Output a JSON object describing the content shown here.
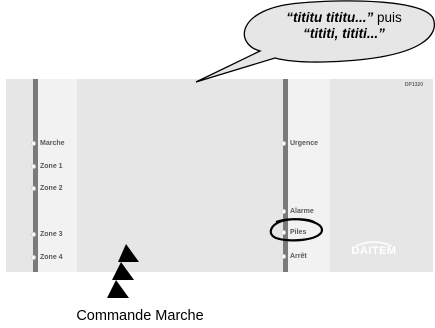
{
  "panel": {
    "reference": "DP1320",
    "left_indicators": [
      "Marche",
      "Zone 1",
      "Zone 2",
      "Zone 3",
      "Zone 4"
    ],
    "right_indicators": [
      "Urgence",
      "Alarme",
      "Piles",
      "Arrêt"
    ],
    "logo_text": "DAITEM",
    "highlighted_indicator": "Piles"
  },
  "bubble": {
    "line1_quote": "“tititu tititu...”",
    "line1_suffix": " puis",
    "line2_quote": "“tititi, tititi...”"
  },
  "caption": "Commande Marche",
  "colors": {
    "panel": "#e6e6e6",
    "strip": "#f2f2f2",
    "rail": "#7a7a7a",
    "label": "#5a5a5a"
  }
}
